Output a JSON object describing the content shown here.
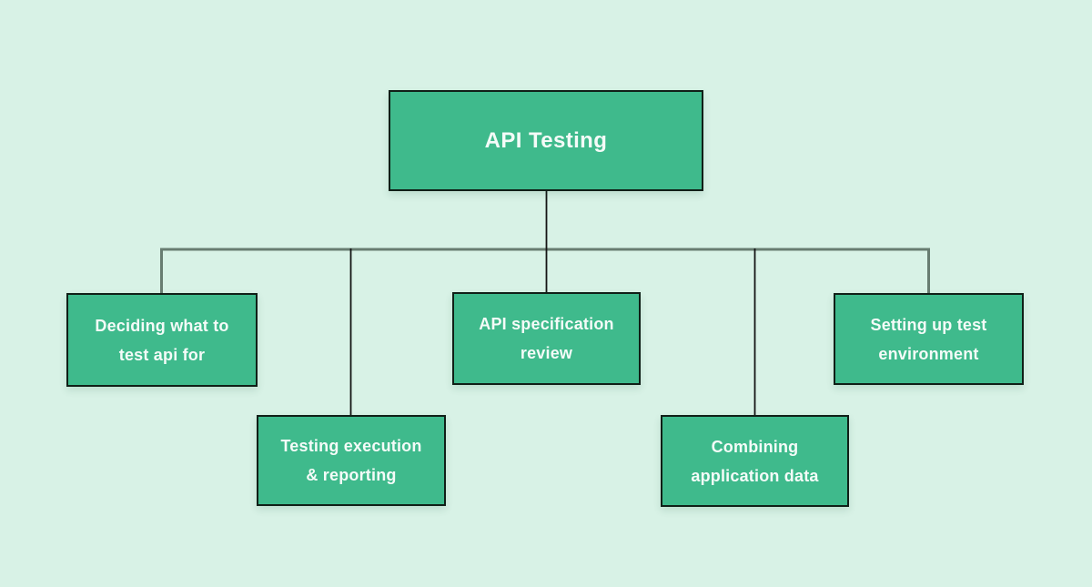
{
  "diagram": {
    "title": "API Testing",
    "root": {
      "id": "api-testing",
      "label": "API Testing"
    },
    "children": [
      {
        "id": "deciding-what-to-test",
        "label": "Deciding what to\ntest api for"
      },
      {
        "id": "testing-execution-reporting",
        "label": "Testing execution\n& reporting"
      },
      {
        "id": "api-specification-review",
        "label": "API specification\nreview"
      },
      {
        "id": "combining-application-data",
        "label": "Combining\napplication data"
      },
      {
        "id": "setting-up-test-environment",
        "label": "Setting up test\nenvironment"
      }
    ],
    "edges": [
      {
        "from": "api-testing",
        "to": "deciding-what-to-test"
      },
      {
        "from": "api-testing",
        "to": "testing-execution-reporting"
      },
      {
        "from": "api-testing",
        "to": "api-specification-review"
      },
      {
        "from": "api-testing",
        "to": "combining-application-data"
      },
      {
        "from": "api-testing",
        "to": "setting-up-test-environment"
      }
    ],
    "colors": {
      "background": "#d8f2e6",
      "node_fill": "#3fba8c",
      "node_border": "#101f17",
      "node_text": "#f4fbf8",
      "connector_gray": "#687d71",
      "connector_black": "#141414"
    }
  }
}
